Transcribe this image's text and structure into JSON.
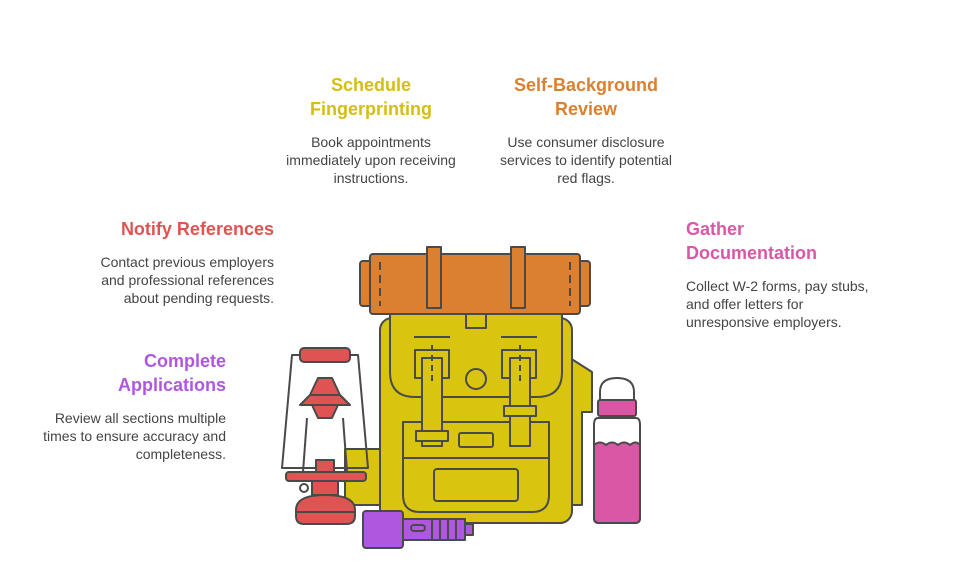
{
  "colors": {
    "yellow": "#D9C410",
    "orange": "#DB8030",
    "red": "#E05353",
    "pink": "#DA57A6",
    "purple": "#B057E0",
    "stroke": "#4a4a4a"
  },
  "items": [
    {
      "title": "Schedule Fingerprinting",
      "desc": "Book appointments immediately upon receiving instructions."
    },
    {
      "title": "Self-Background Review",
      "desc": "Use consumer disclosure services to identify potential red flags."
    },
    {
      "title": "Notify References",
      "desc": "Contact previous employers and professional references about pending requests."
    },
    {
      "title": "Gather Documentation",
      "desc": "Collect W-2 forms, pay stubs, and offer letters for unresponsive employers."
    },
    {
      "title": "Complete Applications",
      "desc": "Review all sections multiple times to ensure accuracy and completeness."
    }
  ]
}
